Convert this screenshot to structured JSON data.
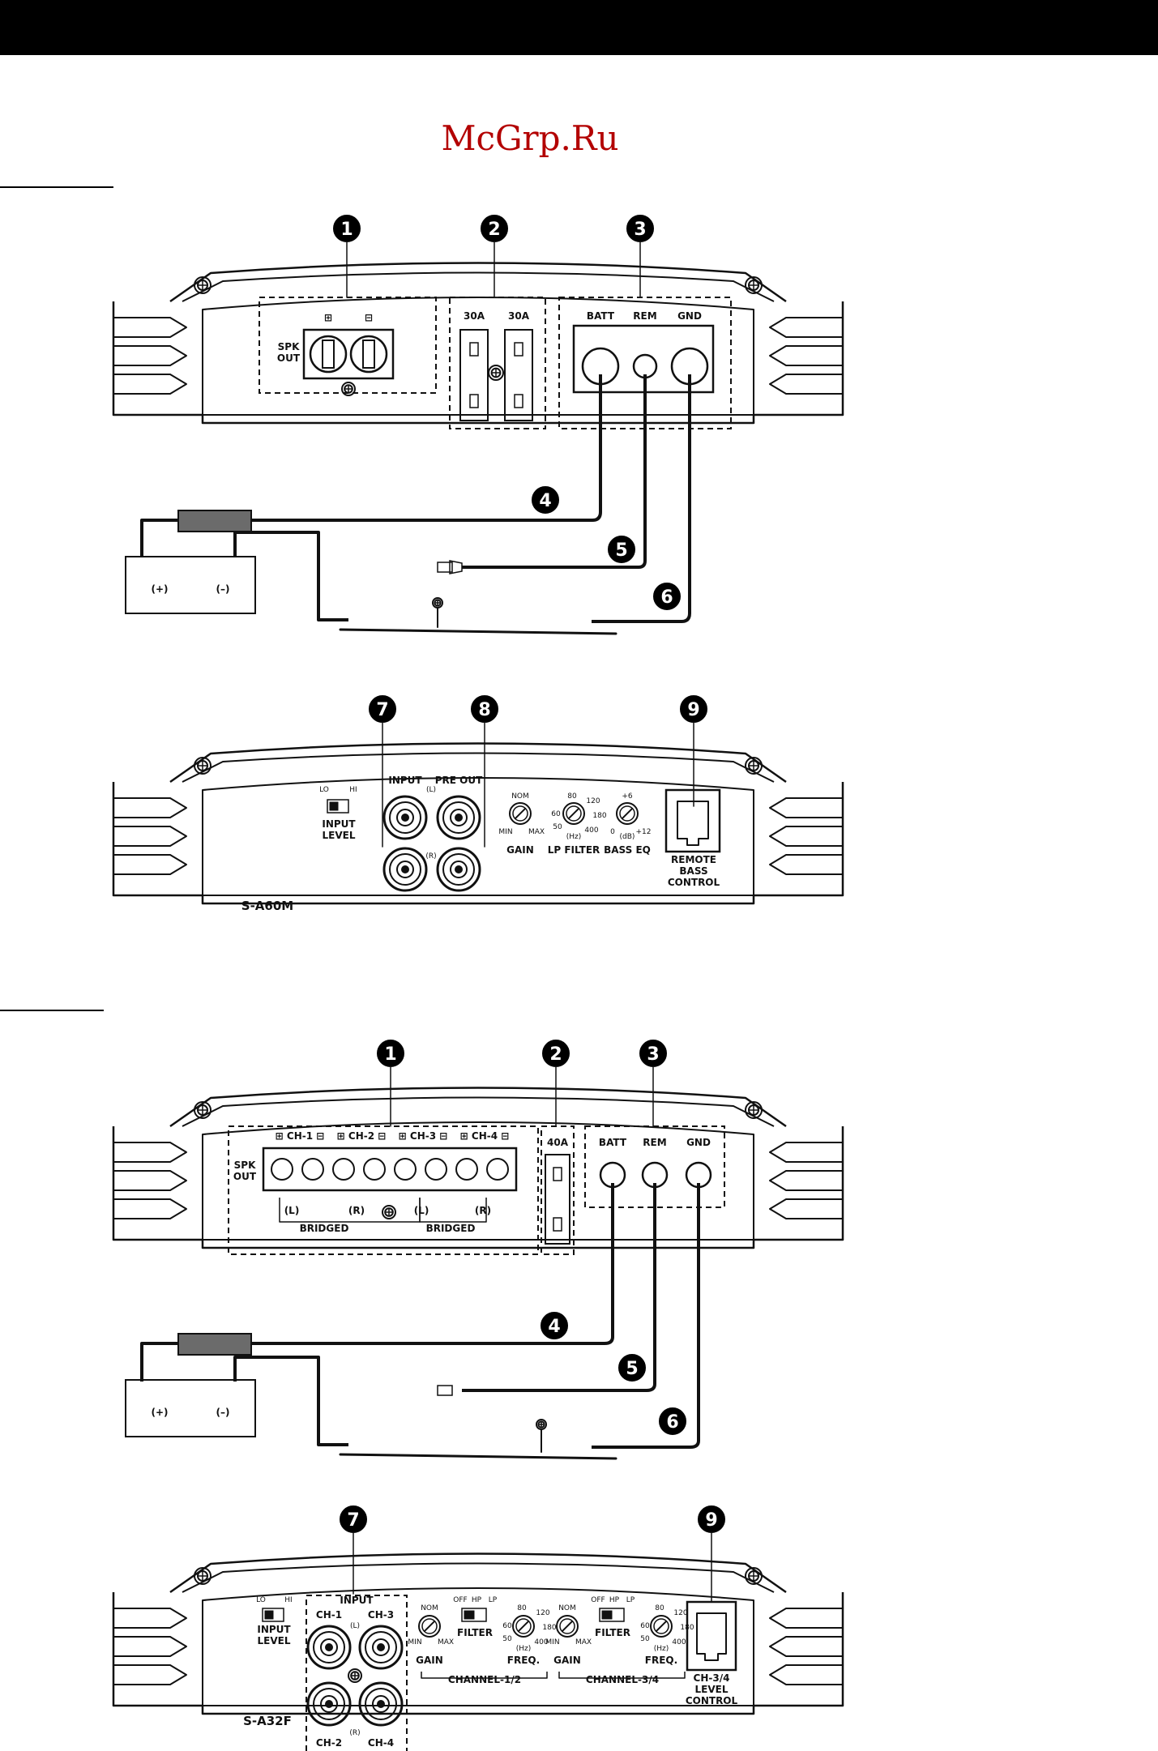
{
  "watermark": "McGrp.Ru",
  "amp1_top": {
    "callouts": [
      "1",
      "2",
      "3",
      "4",
      "5",
      "6"
    ],
    "spk_out": "SPK\nOUT",
    "fuse_a": "30A",
    "fuse_b": "30A",
    "batt": "BATT",
    "rem": "REM",
    "gnd": "GND",
    "battery_plus": "(+)",
    "battery_minus": "(–)"
  },
  "amp1_front": {
    "callouts": [
      "7",
      "8",
      "9"
    ],
    "switch_lo": "LO",
    "switch_hi": "HI",
    "input_level": "INPUT\nLEVEL",
    "input": "INPUT",
    "pre_out": "PRE OUT",
    "left": "(L)",
    "right": "(R)",
    "gain": "GAIN",
    "gain_nom": "NOM",
    "gain_min": "MIN",
    "gain_max": "MAX",
    "lpf_label": "LP FILTER",
    "lpf_unit": "(Hz)",
    "lpf_ticks": [
      "60",
      "80",
      "120",
      "180",
      "400",
      "50"
    ],
    "bass_eq": "BASS EQ",
    "bass_unit": "(dB)",
    "bass_ticks": [
      "+6",
      "0",
      "+12"
    ],
    "remote": "REMOTE\nBASS\nCONTROL",
    "model": "S-A60M"
  },
  "amp2_top": {
    "callouts": [
      "1",
      "2",
      "3",
      "4",
      "5",
      "6"
    ],
    "ch1": "CH-1",
    "ch2": "CH-2",
    "ch3": "CH-3",
    "ch4": "CH-4",
    "spk_out": "SPK\nOUT",
    "left": "(L)",
    "right": "(R)",
    "bridged": "BRIDGED",
    "fuse": "40A",
    "batt": "BATT",
    "rem": "REM",
    "gnd": "GND",
    "battery_plus": "(+)",
    "battery_minus": "(–)"
  },
  "amp2_front": {
    "callouts": [
      "7",
      "9"
    ],
    "switch_lo": "LO",
    "switch_hi": "HI",
    "input_level": "INPUT\nLEVEL",
    "input": "INPUT",
    "ch1": "CH-1",
    "ch2": "CH-2",
    "ch3": "CH-3",
    "ch4": "CH-4",
    "left": "(L)",
    "right": "(R)",
    "gain": "GAIN",
    "gain_nom": "NOM",
    "gain_min": "MIN",
    "gain_max": "MAX",
    "filter": "FILTER",
    "filter_opts": [
      "OFF",
      "HP",
      "LP"
    ],
    "freq": "FREQ.",
    "freq_unit": "(Hz)",
    "freq_ticks": [
      "60",
      "80",
      "120",
      "180",
      "400",
      "50"
    ],
    "channel12": "CHANNEL-1/2",
    "channel34": "CHANNEL-3/4",
    "ch34_level": "CH-3/4\nLEVEL\nCONTROL",
    "model": "S-A32F"
  }
}
